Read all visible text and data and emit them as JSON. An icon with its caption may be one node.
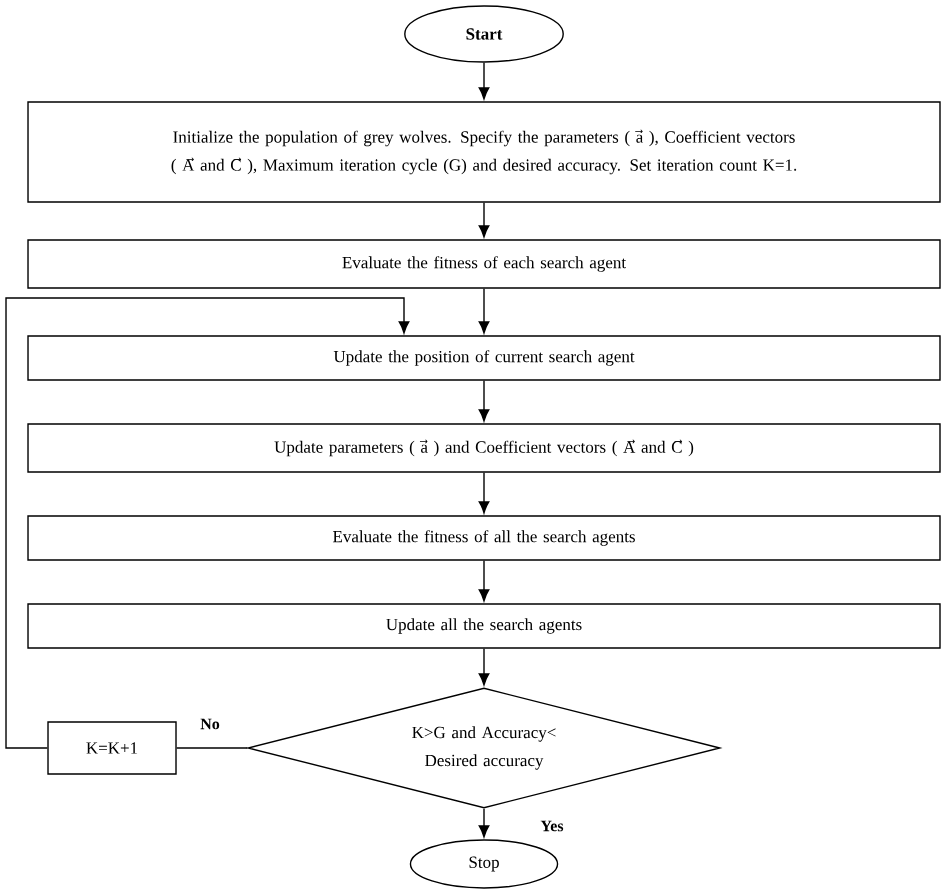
{
  "diagram": {
    "nodes": [
      {
        "text": [
          "Start"
        ]
      },
      {
        "text": [
          "Initialize the population of grey wolves. Specify the parameters ( a⃗ ), Coefficient vectors ( A⃗ and C⃗ ), Maximum iteration cycle (G) and desired accuracy. Set iteration count K=1."
        ]
      },
      {
        "text": [
          "Evaluate the fitness of each search agent"
        ]
      },
      {
        "text": [
          "Update the position of current search agent"
        ]
      },
      {
        "text": [
          "Update parameters ( a⃗ ) and Coefficient vectors ( A⃗ and C⃗ )"
        ]
      },
      {
        "text": [
          "Evaluate the fitness of all the search agents"
        ]
      },
      {
        "text": [
          "Update all the search agents"
        ]
      },
      {
        "text": [
          "K>G and Accuracy< Desired accuracy"
        ]
      },
      {
        "text": [
          "K=K+1"
        ]
      },
      {
        "text": [
          "Stop"
        ]
      }
    ],
    "edges": [
      {
        "from": 0,
        "to": 1,
        "arrow": "to"
      },
      {
        "from": 1,
        "to": 2,
        "arrow": "to"
      },
      {
        "from": 2,
        "to": 3,
        "arrow": "to"
      },
      {
        "from": 3,
        "to": 4,
        "arrow": "to"
      },
      {
        "from": 4,
        "to": 5,
        "arrow": "to"
      },
      {
        "from": 5,
        "to": 6,
        "arrow": "to"
      },
      {
        "from": 6,
        "to": 7,
        "arrow": "to"
      },
      {
        "from": 7,
        "to": 8,
        "arrow": "none",
        "label": "No"
      },
      {
        "from": 8,
        "to": 3,
        "arrow": "to"
      },
      {
        "from": 7,
        "to": 9,
        "arrow": "to",
        "label": "Yes"
      }
    ]
  }
}
